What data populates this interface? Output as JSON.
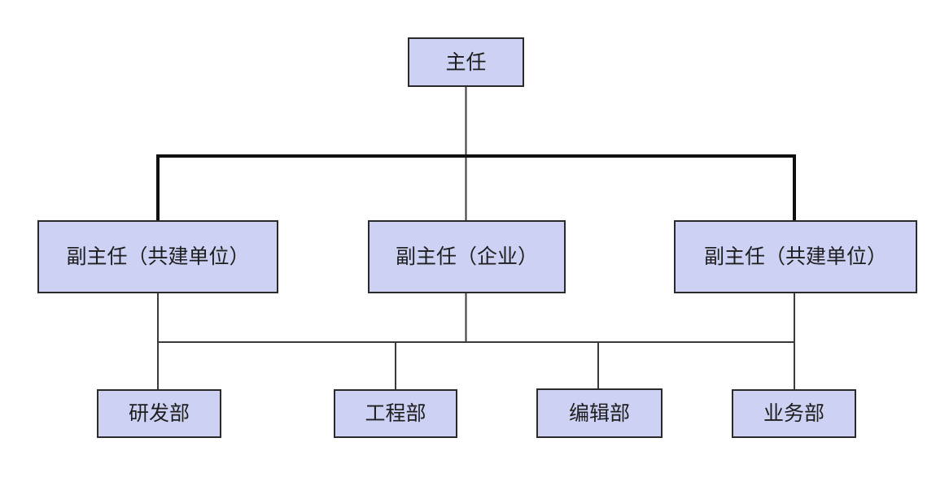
{
  "org_chart": {
    "root": {
      "label": "主任"
    },
    "level2": [
      {
        "label": "副主任（共建单位）"
      },
      {
        "label": "副主任（企业）"
      },
      {
        "label": "副主任（共建单位）"
      }
    ],
    "level3": [
      {
        "label": "研发部"
      },
      {
        "label": "工程部"
      },
      {
        "label": "编辑部"
      },
      {
        "label": "业务部"
      }
    ],
    "colors": {
      "background": "#ffffff",
      "node_fill": "#cdd1f3",
      "node_border": "#2a2a2a",
      "text": "#1e1e1e",
      "connector": "#3a3a3a",
      "connector_bold": "#0f0f0f"
    }
  }
}
